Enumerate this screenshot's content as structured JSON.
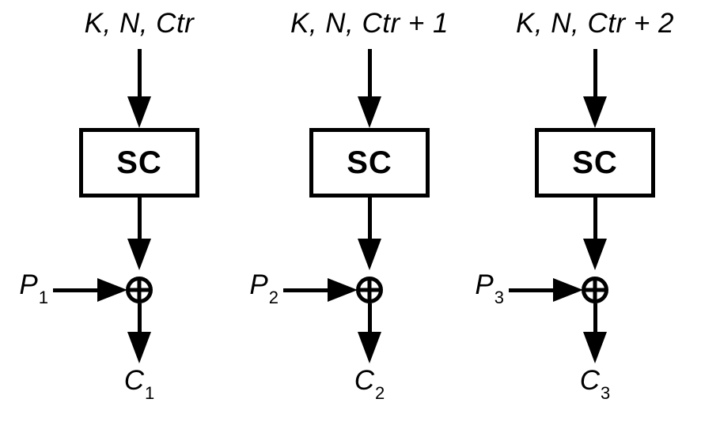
{
  "diagram": {
    "type": "block-diagram",
    "icons": {
      "xor": "⊕",
      "arrow_down": "▼",
      "arrow_right": "►"
    },
    "colors": {
      "ink": "#000000",
      "background": "#ffffff"
    },
    "columns": [
      {
        "input": "K, N, Ctr",
        "box": "SC",
        "p_base": "P",
        "p_sub": "1",
        "c_base": "C",
        "c_sub": "1"
      },
      {
        "input": "K, N, Ctr + 1",
        "box": "SC",
        "p_base": "P",
        "p_sub": "2",
        "c_base": "C",
        "c_sub": "2"
      },
      {
        "input": "K, N, Ctr + 2",
        "box": "SC",
        "p_base": "P",
        "p_sub": "3",
        "c_base": "C",
        "c_sub": "3"
      }
    ]
  }
}
